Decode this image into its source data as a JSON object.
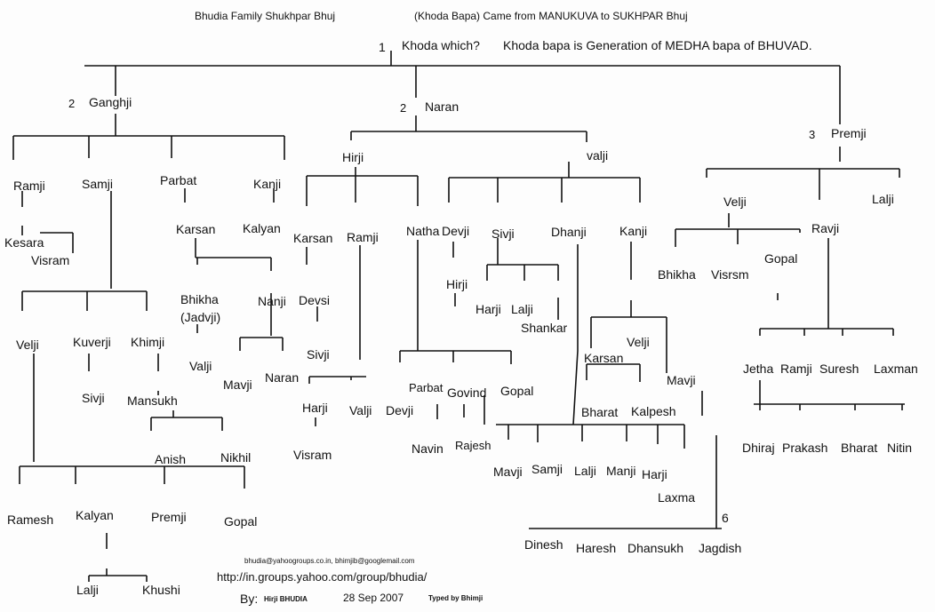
{
  "header": {
    "title": "Bhudia Family Shukhpar Bhuj",
    "subtitle": "(Khoda Bapa) Came from MANUKUVA to SUKHPAR Bhuj",
    "question": "Khoda which?",
    "note": "Khoda bapa is Generation of MEDHA bapa of BHUVAD."
  },
  "nodes": {
    "ganghji": "Ganghji",
    "naran": "Naran",
    "premji": "Premji",
    "ramji_g": "Ramji",
    "samji_g": "Samji",
    "parbat": "Parbat",
    "kanji_g": "Kanji",
    "kesara": "Kesara",
    "visram_g": "Visram",
    "karsan_g": "Karsan",
    "kalyan_g": "Kalyan",
    "bhikha_g": "Bhikha",
    "jadvji": "(Jadvji)",
    "nanji": "Nanji",
    "valji_g": "Valji",
    "mavji_g": "Mavji",
    "naran_g": "Naran",
    "velji_s": "Velji",
    "kuverji": "Kuverji",
    "khimji": "Khimji",
    "sivji_s": "Sivji",
    "mansukh": "Mansukh",
    "anish": "Anish",
    "nikhil": "Nikhil",
    "ramesh": "Ramesh",
    "kalyan_s": "Kalyan",
    "premji_s": "Premji",
    "gopal_s": "Gopal",
    "lalji_s": "Lalji",
    "khushi": "Khushi",
    "hirji": "Hirji",
    "valji_n": "valji",
    "karsan_h": "Karsan",
    "ramji_h": "Ramji",
    "natha": "Natha",
    "devsi": "Devsi",
    "sivji_h": "Sivji",
    "harji_h": "Harji",
    "valji_h": "Valji",
    "visram_h": "Visram",
    "devji_v": "Devji",
    "sivji_v": "Sivji",
    "dhanji": "Dhanji",
    "kanji_v": "Kanji",
    "hirji_v": "Hirji",
    "harji_v": "Harji",
    "lalji_v": "Lalji",
    "shankar": "Shankar",
    "devji_n": "Devji",
    "parbat_n": "Parbat",
    "govind": "Govind",
    "gopal_n": "Gopal",
    "navin": "Navin",
    "rajesh": "Rajesh",
    "velji_k": "Velji",
    "karsan_k": "Karsan",
    "mavji_k": "Mavji",
    "bharat_k": "Bharat",
    "kalpesh": "Kalpesh",
    "mavji_d": "Mavji",
    "samji_d": "Samji",
    "lalji_d": "Lalji",
    "manji": "Manji",
    "harji_d": "Harji",
    "laxma": "Laxma",
    "dinesh": "Dinesh",
    "haresh": "Haresh",
    "dhansukh": "Dhansukh",
    "jagdish": "Jagdish",
    "six": "6",
    "velji_p": "Velji",
    "ravji": "Ravji",
    "lalji_p": "Lalji",
    "bhikha_p": "Bhikha",
    "visrsm": "Visrsm",
    "gopal_p": "Gopal",
    "jetha": "Jetha",
    "ramji_r": "Ramji",
    "suresh": "Suresh",
    "laxman": "Laxman",
    "dhiraj": "Dhiraj",
    "prakash": "Prakash",
    "bharat_r": "Bharat",
    "nitin": "Nitin"
  },
  "generation_marks": {
    "g1": "1",
    "g2": "2",
    "g3": "3"
  },
  "footer": {
    "emails": "bhudia@yahoogroups.co.in, bhimjib@googlemail.com",
    "url": "http://in.groups.yahoo.com/group/bhudia/",
    "by_label": "By:",
    "author": "Hirji BHUDIA",
    "date": "28 Sep 2007",
    "typed_by": "Typed by Bhimji"
  },
  "colors": {
    "ink": "#111111",
    "paper": "#fdfdfd"
  }
}
